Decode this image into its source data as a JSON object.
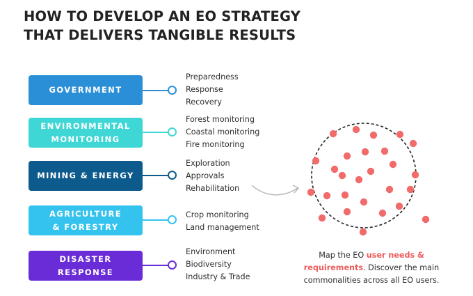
{
  "title": {
    "line1": "HOW TO DEVELOP AN EO STRATEGY",
    "line2": "THAT DELIVERS TANGIBLE RESULTS"
  },
  "sectors": [
    {
      "id": "government",
      "label": "GOVERNMENT",
      "color": "#2a8fd6",
      "items": [
        "Preparedness",
        "Response",
        "Recovery"
      ]
    },
    {
      "id": "environmental-monitoring",
      "label": "ENVIRONMENTAL\nMONITORING",
      "color": "#3fd6d6",
      "items": [
        "Forest monitoring",
        "Coastal monitoring",
        "Fire monitoring"
      ]
    },
    {
      "id": "mining-energy",
      "label": "MINING & ENERGY",
      "color": "#0d5a8c",
      "items": [
        "Exploration",
        "Approvals",
        "Rehabilitation"
      ]
    },
    {
      "id": "agriculture-forestry",
      "label": "AGRICULTURE\n& FORESTRY",
      "color": "#34c3ee",
      "items": [
        "Crop monitoring",
        "Land management"
      ]
    },
    {
      "id": "disaster-response",
      "label": "DISASTER\nRESPONSE",
      "color": "#6a2cd6",
      "items": [
        "Environment",
        "Biodiversity",
        "Industry & Trade"
      ]
    }
  ],
  "caption": {
    "pre": "Map the EO ",
    "highlight": "user needs & requirements",
    "post": ". Discover the main commonalities across all EO users."
  },
  "colors": {
    "dots": "#f26b6b",
    "circle": "#222222",
    "arrow": "#b5b5b5",
    "highlight": "#ef5b5b"
  }
}
